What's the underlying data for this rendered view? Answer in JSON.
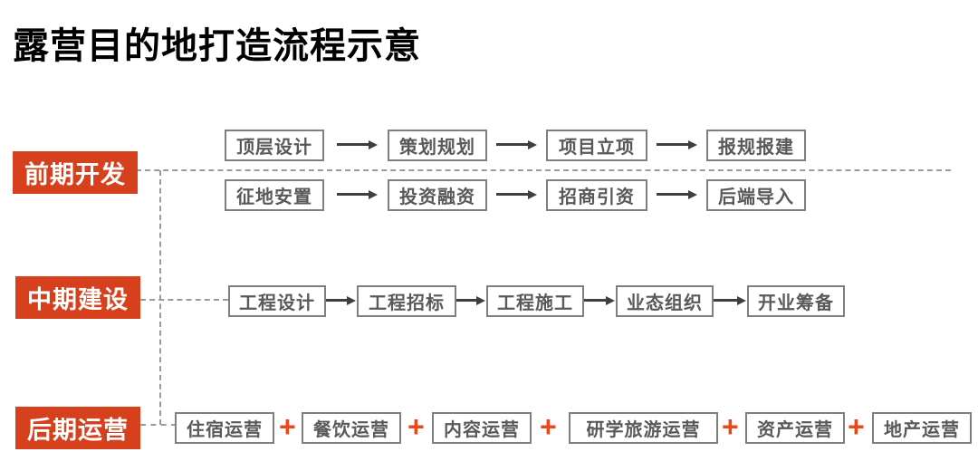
{
  "title": "露营目的地打造流程示意",
  "phases": [
    {
      "label": "前期开发",
      "rows": [
        [
          "顶层设计",
          "策划规划",
          "项目立项",
          "报规报建"
        ],
        [
          "征地安置",
          "投资融资",
          "招商引资",
          "后端导入"
        ]
      ]
    },
    {
      "label": "中期建设",
      "steps": [
        "工程设计",
        "工程招标",
        "工程施工",
        "业态组织",
        "开业筹备"
      ]
    },
    {
      "label": "后期运营",
      "separator": "+",
      "items": [
        "住宿运营",
        "餐饮运营",
        "内容运营",
        "研学旅游运营",
        "资产运营",
        "地产运营"
      ]
    }
  ],
  "colors": {
    "phase_label_bg": "#D6401D",
    "phase_label_text": "#FFFFFF",
    "plus_sign": "#E9481A",
    "box_border": "#7F7F7F",
    "box_text": "#595959",
    "arrow": "#3F3F3F",
    "dashed_line": "#9A9A9A",
    "title_text": "#000000"
  }
}
